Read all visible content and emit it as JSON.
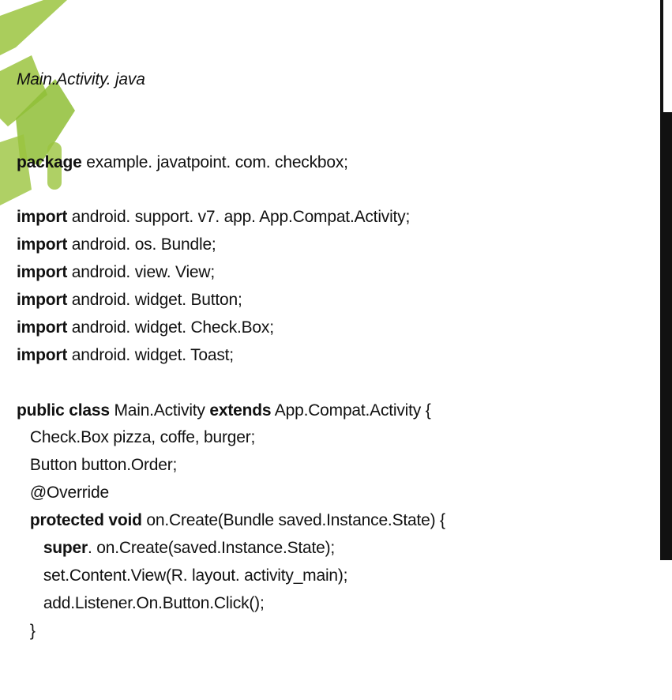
{
  "file_title": "Main.Activity. java",
  "lines": [
    {
      "kw": "package",
      "rest": " example. javatpoint. com. checkbox;"
    },
    {
      "kw": "",
      "rest": ""
    },
    {
      "kw": "import",
      "rest": " android. support. v7. app. App.Compat.Activity;"
    },
    {
      "kw": "import",
      "rest": " android. os. Bundle;"
    },
    {
      "kw": "import",
      "rest": " android. view. View;"
    },
    {
      "kw": "import",
      "rest": " android. widget. Button;"
    },
    {
      "kw": "import",
      "rest": " android. widget. Check.Box;"
    },
    {
      "kw": "import",
      "rest": " android. widget. Toast;"
    },
    {
      "kw": "",
      "rest": ""
    },
    {
      "kw": "public class",
      "rest": " Main.Activity ",
      "kw2": "extends",
      "rest2": " App.Compat.Activity {"
    },
    {
      "indent": "   ",
      "kw": "",
      "rest": "Check.Box pizza, coffe, burger;"
    },
    {
      "indent": "   ",
      "kw": "",
      "rest": "Button button.Order;"
    },
    {
      "indent": "   ",
      "kw": "",
      "rest": "@Override"
    },
    {
      "indent": "   ",
      "kw": "protected void",
      "rest": " on.Create(Bundle saved.Instance.State) {"
    },
    {
      "indent": "      ",
      "kw": "super",
      "rest": ". on.Create(saved.Instance.State);"
    },
    {
      "indent": "      ",
      "kw": "",
      "rest": "set.Content.View(R. layout. activity_main);"
    },
    {
      "indent": "      ",
      "kw": "",
      "rest": "add.Listener.On.Button.Click();"
    },
    {
      "indent": "   ",
      "kw": "",
      "rest": "}"
    }
  ]
}
